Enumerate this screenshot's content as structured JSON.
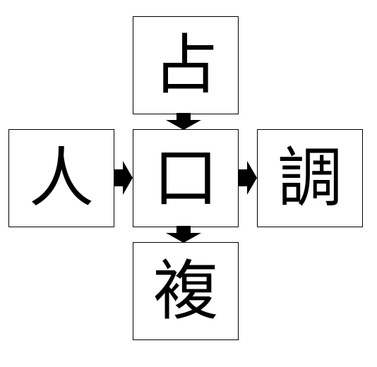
{
  "boxes": {
    "top": "占",
    "center": "口",
    "left": "人",
    "right": "調",
    "bottom": "複"
  }
}
